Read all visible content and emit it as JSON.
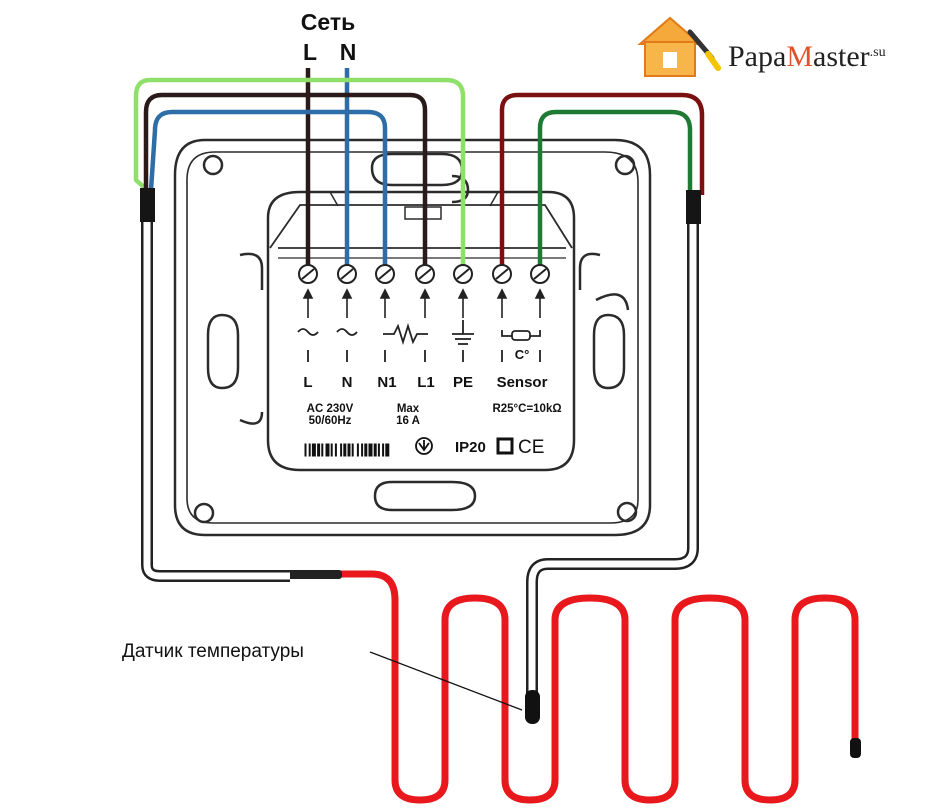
{
  "supply": {
    "title": "Сеть",
    "l": "L",
    "n": "N"
  },
  "terminals": {
    "labels": [
      "L",
      "N",
      "N1",
      "L1",
      "PE",
      "Sensor"
    ]
  },
  "specs": {
    "voltage": "AC 230V",
    "frequency": "50/60Hz",
    "max_label": "Max",
    "max_current": "16 A",
    "sensor_spec": "R25°C=10kΩ",
    "ip": "IP20",
    "ce": "CE",
    "sensor_unit": "C°"
  },
  "brand": {
    "prefix": "Papa",
    "m": "M",
    "rest": "aster",
    "tld": ".su"
  },
  "callout": {
    "text": "Датчик температуры"
  },
  "colors": {
    "wire_black": "#2a1a1a",
    "wire_blue": "#2d6ea8",
    "wire_green_light": "#8fe06a",
    "wire_darkred": "#7a1010",
    "wire_darkgreen": "#1f7a33",
    "heating_cable": "#e8181c",
    "frame": "#2b2b2b"
  }
}
